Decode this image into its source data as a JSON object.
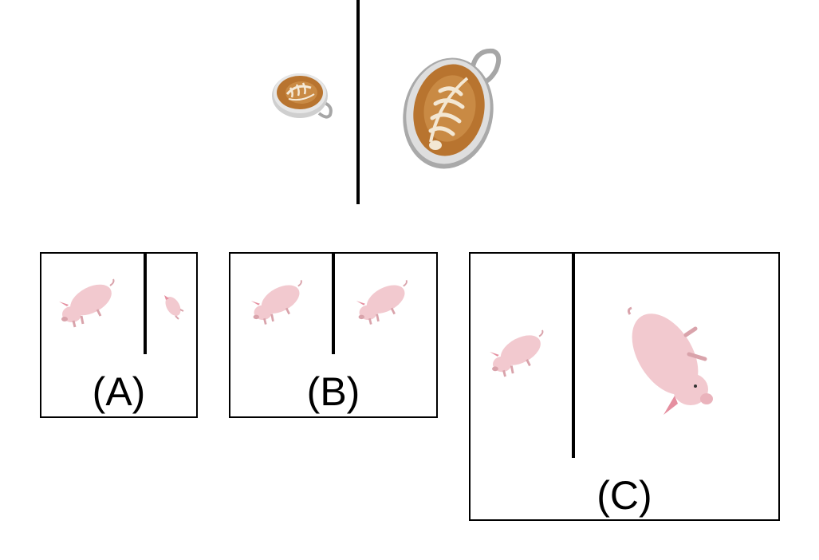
{
  "panels": [
    {
      "label": "(A)"
    },
    {
      "label": "(B)"
    },
    {
      "label": "(C)"
    }
  ],
  "icons": {
    "example_left": "coffee-cup-icon",
    "example_right": "coffee-cup-icon",
    "option_subject": "pig-icon"
  },
  "colors": {
    "coffee": "#b8742f",
    "coffee_dark": "#8a4f1e",
    "cup": "#d9d9d9",
    "cup_rim": "#a6a6a6",
    "pig": "#f2c9cf",
    "pig_shade": "#d9a3ab",
    "ear": "#e58fa0",
    "line": "#000000"
  }
}
